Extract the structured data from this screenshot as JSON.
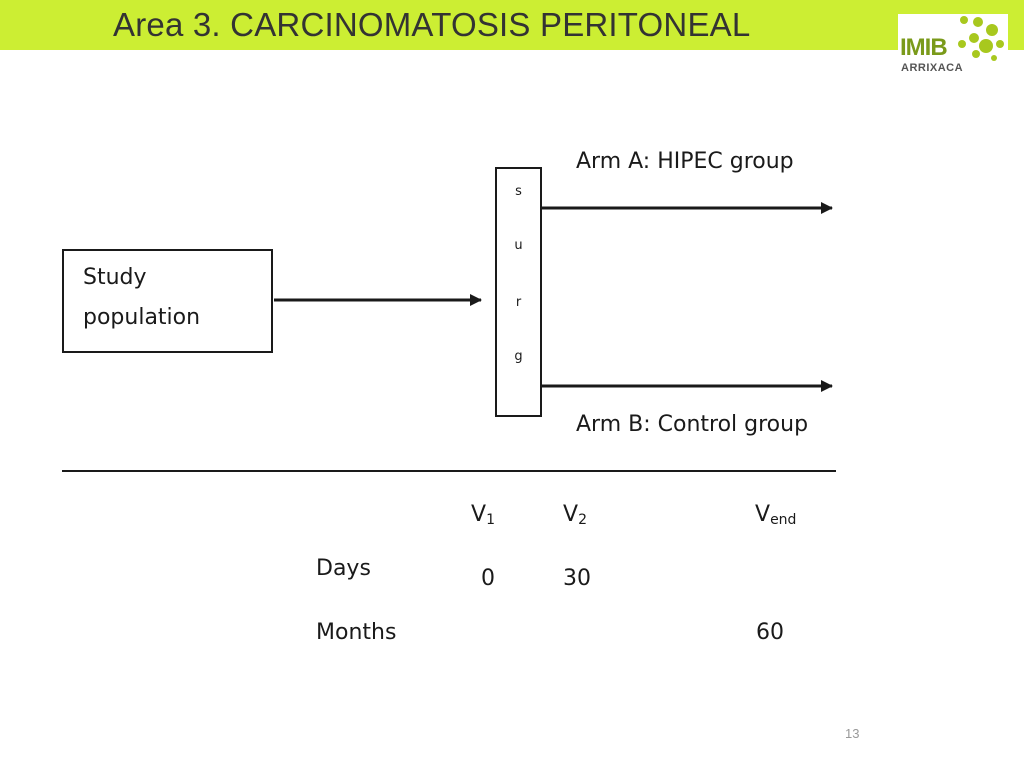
{
  "header": {
    "title": "Area 3. CARCINOMATOSIS PERITONEAL",
    "logo_main": "IMIB",
    "logo_sub": "ARRIXACA",
    "bar_color": "#ccee33"
  },
  "diagram": {
    "study_population": [
      "Study",
      "population"
    ],
    "surgery_letters": [
      "s",
      "u",
      "r",
      "g"
    ],
    "arm_a": "Arm A: HIPEC group",
    "arm_b": "Arm B: Control group"
  },
  "timeline": {
    "visits": [
      {
        "base": "V",
        "sub": "1"
      },
      {
        "base": "V",
        "sub": "2"
      },
      {
        "base": "V",
        "sub": "end"
      }
    ],
    "rows": [
      {
        "label": "Days",
        "values": [
          "0",
          "30",
          ""
        ]
      },
      {
        "label": "Months",
        "values": [
          "",
          "",
          "60"
        ]
      }
    ]
  },
  "page_number": "13"
}
